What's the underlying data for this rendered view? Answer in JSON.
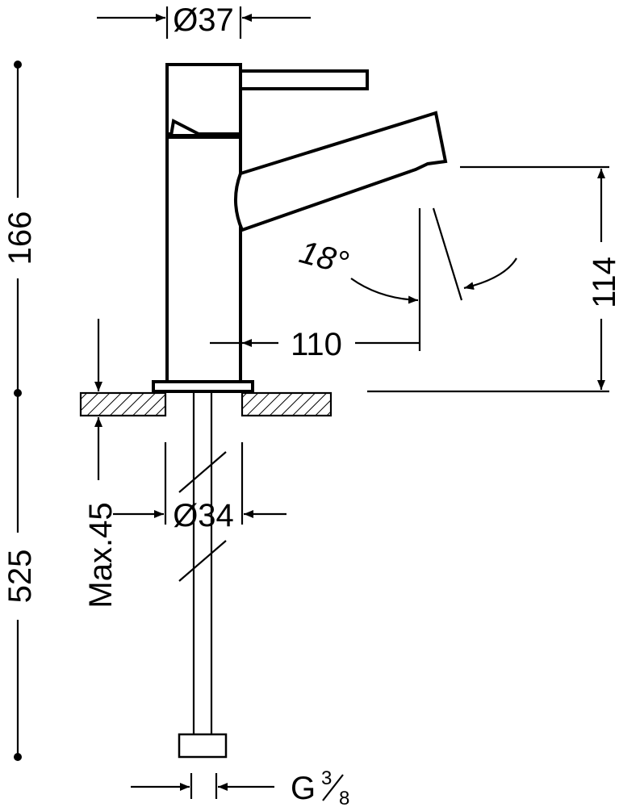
{
  "title": "Faucet technical dimension drawing",
  "dimensions": {
    "top_diameter": "Ø37",
    "total_height_upper": "166",
    "total_height_lower": "525",
    "spout_reach": "110",
    "spout_height": "114",
    "spout_angle": "18°",
    "max_counter_thickness": "Max.45",
    "hole_diameter": "Ø34",
    "connection": "G",
    "connection_fraction_num": "3",
    "connection_fraction_den": "8"
  },
  "colors": {
    "line": "#000000",
    "background": "#ffffff"
  }
}
